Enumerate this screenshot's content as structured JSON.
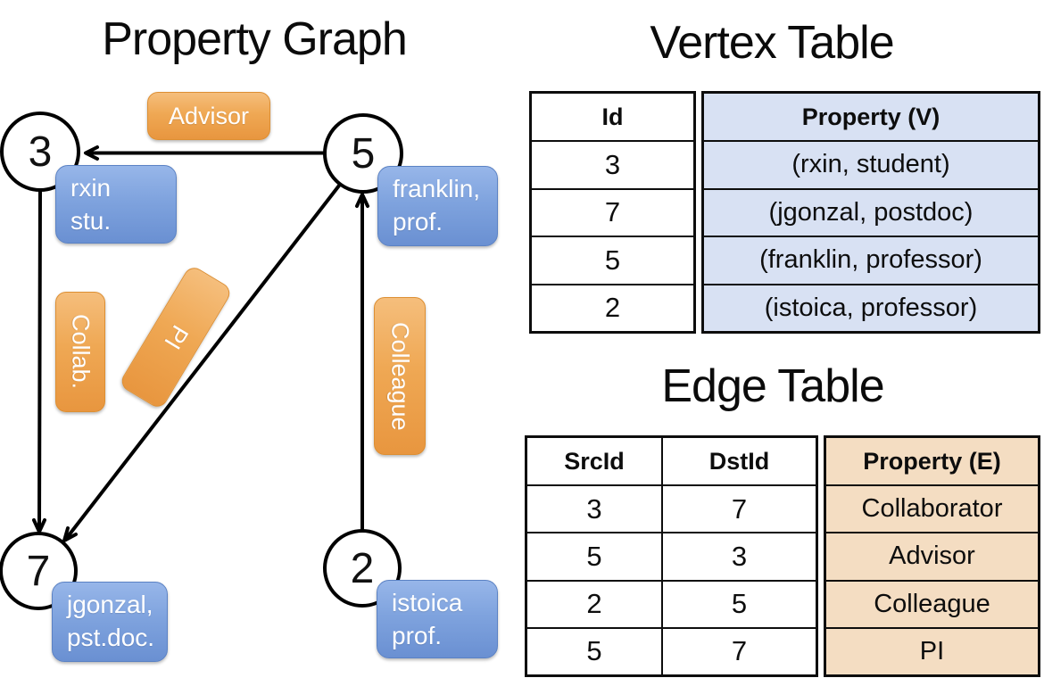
{
  "slide": {
    "graph_title": "Property Graph",
    "vertex_table_title": "Vertex Table",
    "edge_table_title": "Edge Table"
  },
  "graph": {
    "nodes": [
      {
        "id": "3",
        "line1": "rxin",
        "line2": "stu."
      },
      {
        "id": "5",
        "line1": "franklin,",
        "line2": "prof."
      },
      {
        "id": "7",
        "line1": "jgonzal,",
        "line2": "pst.doc."
      },
      {
        "id": "2",
        "line1": "istoica",
        "line2": "prof."
      }
    ],
    "edge_labels": [
      {
        "text": "Advisor",
        "from": "5",
        "to": "3"
      },
      {
        "text": "Collab.",
        "from": "3",
        "to": "7"
      },
      {
        "text": "PI",
        "from": "5",
        "to": "7"
      },
      {
        "text": "Colleague",
        "from": "2",
        "to": "5"
      }
    ]
  },
  "vertex_table": {
    "col_id": "Id",
    "col_property": "Property (V)",
    "ids": [
      "3",
      "7",
      "5",
      "2"
    ],
    "properties": [
      "(rxin, student)",
      "(jgonzal, postdoc)",
      "(franklin, professor)",
      "(istoica, professor)"
    ]
  },
  "edge_table": {
    "col_src": "SrcId",
    "col_dst": "DstId",
    "col_property": "Property (E)",
    "rows": [
      {
        "src": "3",
        "dst": "7",
        "property": "Collaborator"
      },
      {
        "src": "5",
        "dst": "3",
        "property": "Advisor"
      },
      {
        "src": "2",
        "dst": "5",
        "property": "Colleague"
      },
      {
        "src": "5",
        "dst": "7",
        "property": "PI"
      }
    ]
  },
  "colors": {
    "edge_label_fill": "#EFA854",
    "vertex_box_fill": "#7FA3DE",
    "vertex_table_column_fill": "#D8E1F3",
    "edge_table_column_fill": "#F4DDC2",
    "line_color": "#000000"
  }
}
